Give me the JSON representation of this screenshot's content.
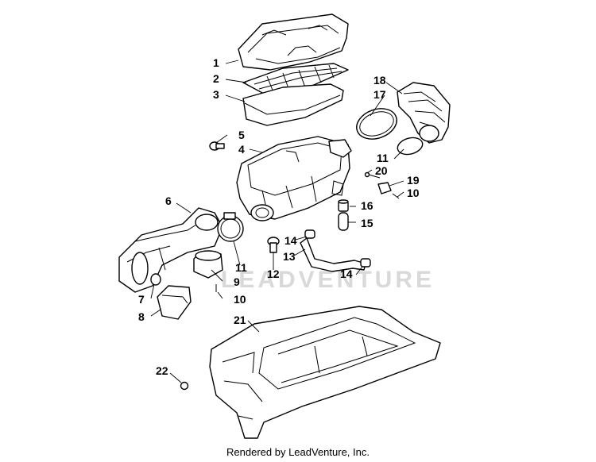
{
  "watermark": "LEADVENTURE",
  "footer": "Rendered by LeadVenture, Inc.",
  "callouts": {
    "c1": "1",
    "c2": "2",
    "c3": "3",
    "c4": "4",
    "c5": "5",
    "c6": "6",
    "c7": "7",
    "c8": "8",
    "c9": "9",
    "c10a": "10",
    "c10b": "10",
    "c11a": "11",
    "c11b": "11",
    "c12": "12",
    "c13": "13",
    "c14a": "14",
    "c14b": "14",
    "c15": "15",
    "c16": "16",
    "c17": "17",
    "c18": "18",
    "c19": "19",
    "c20": "20",
    "c21": "21",
    "c22": "22"
  }
}
